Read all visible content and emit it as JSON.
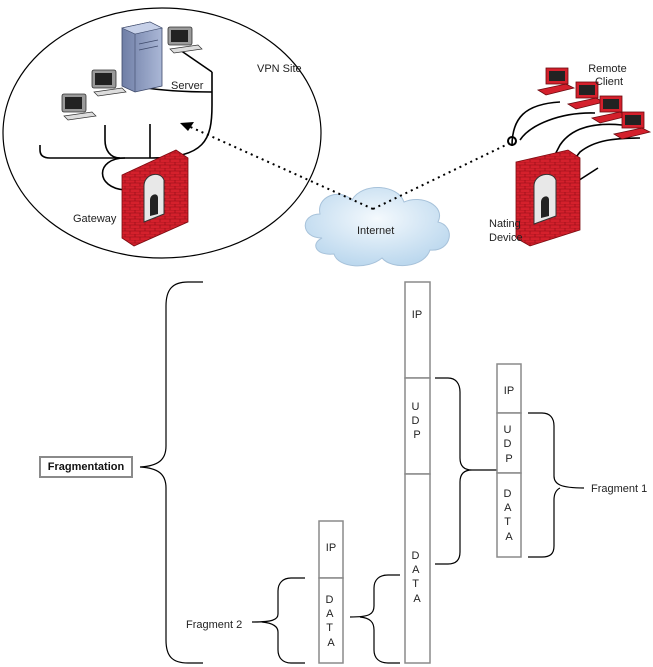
{
  "labels": {
    "vpn_site": "VPN Site",
    "server": "Server",
    "gateway": "Gateway",
    "internet": "Internet",
    "remote_client": [
      "Remote",
      "Client"
    ],
    "nating_device": [
      "Nating",
      "Device"
    ],
    "fragmentation": "Fragmentation",
    "fragment_1": "Fragment 1",
    "fragment_2": "Fragment 2"
  },
  "packets": {
    "original": {
      "ip": "IP",
      "udp": [
        "U",
        "D",
        "P"
      ],
      "data": [
        "D",
        "A",
        "T",
        "A"
      ]
    },
    "fragment_1": {
      "ip": "IP",
      "udp": [
        "U",
        "D",
        "P"
      ],
      "data": [
        "D",
        "A",
        "T",
        "A"
      ]
    },
    "fragment_2": {
      "ip": "IP",
      "data": [
        "D",
        "A",
        "T",
        "A"
      ]
    }
  },
  "colors": {
    "firewall_red": "#d4202c",
    "cloud_blue": "#cfe4f4",
    "box_border": "#8a8a8a",
    "line": "#000000"
  }
}
